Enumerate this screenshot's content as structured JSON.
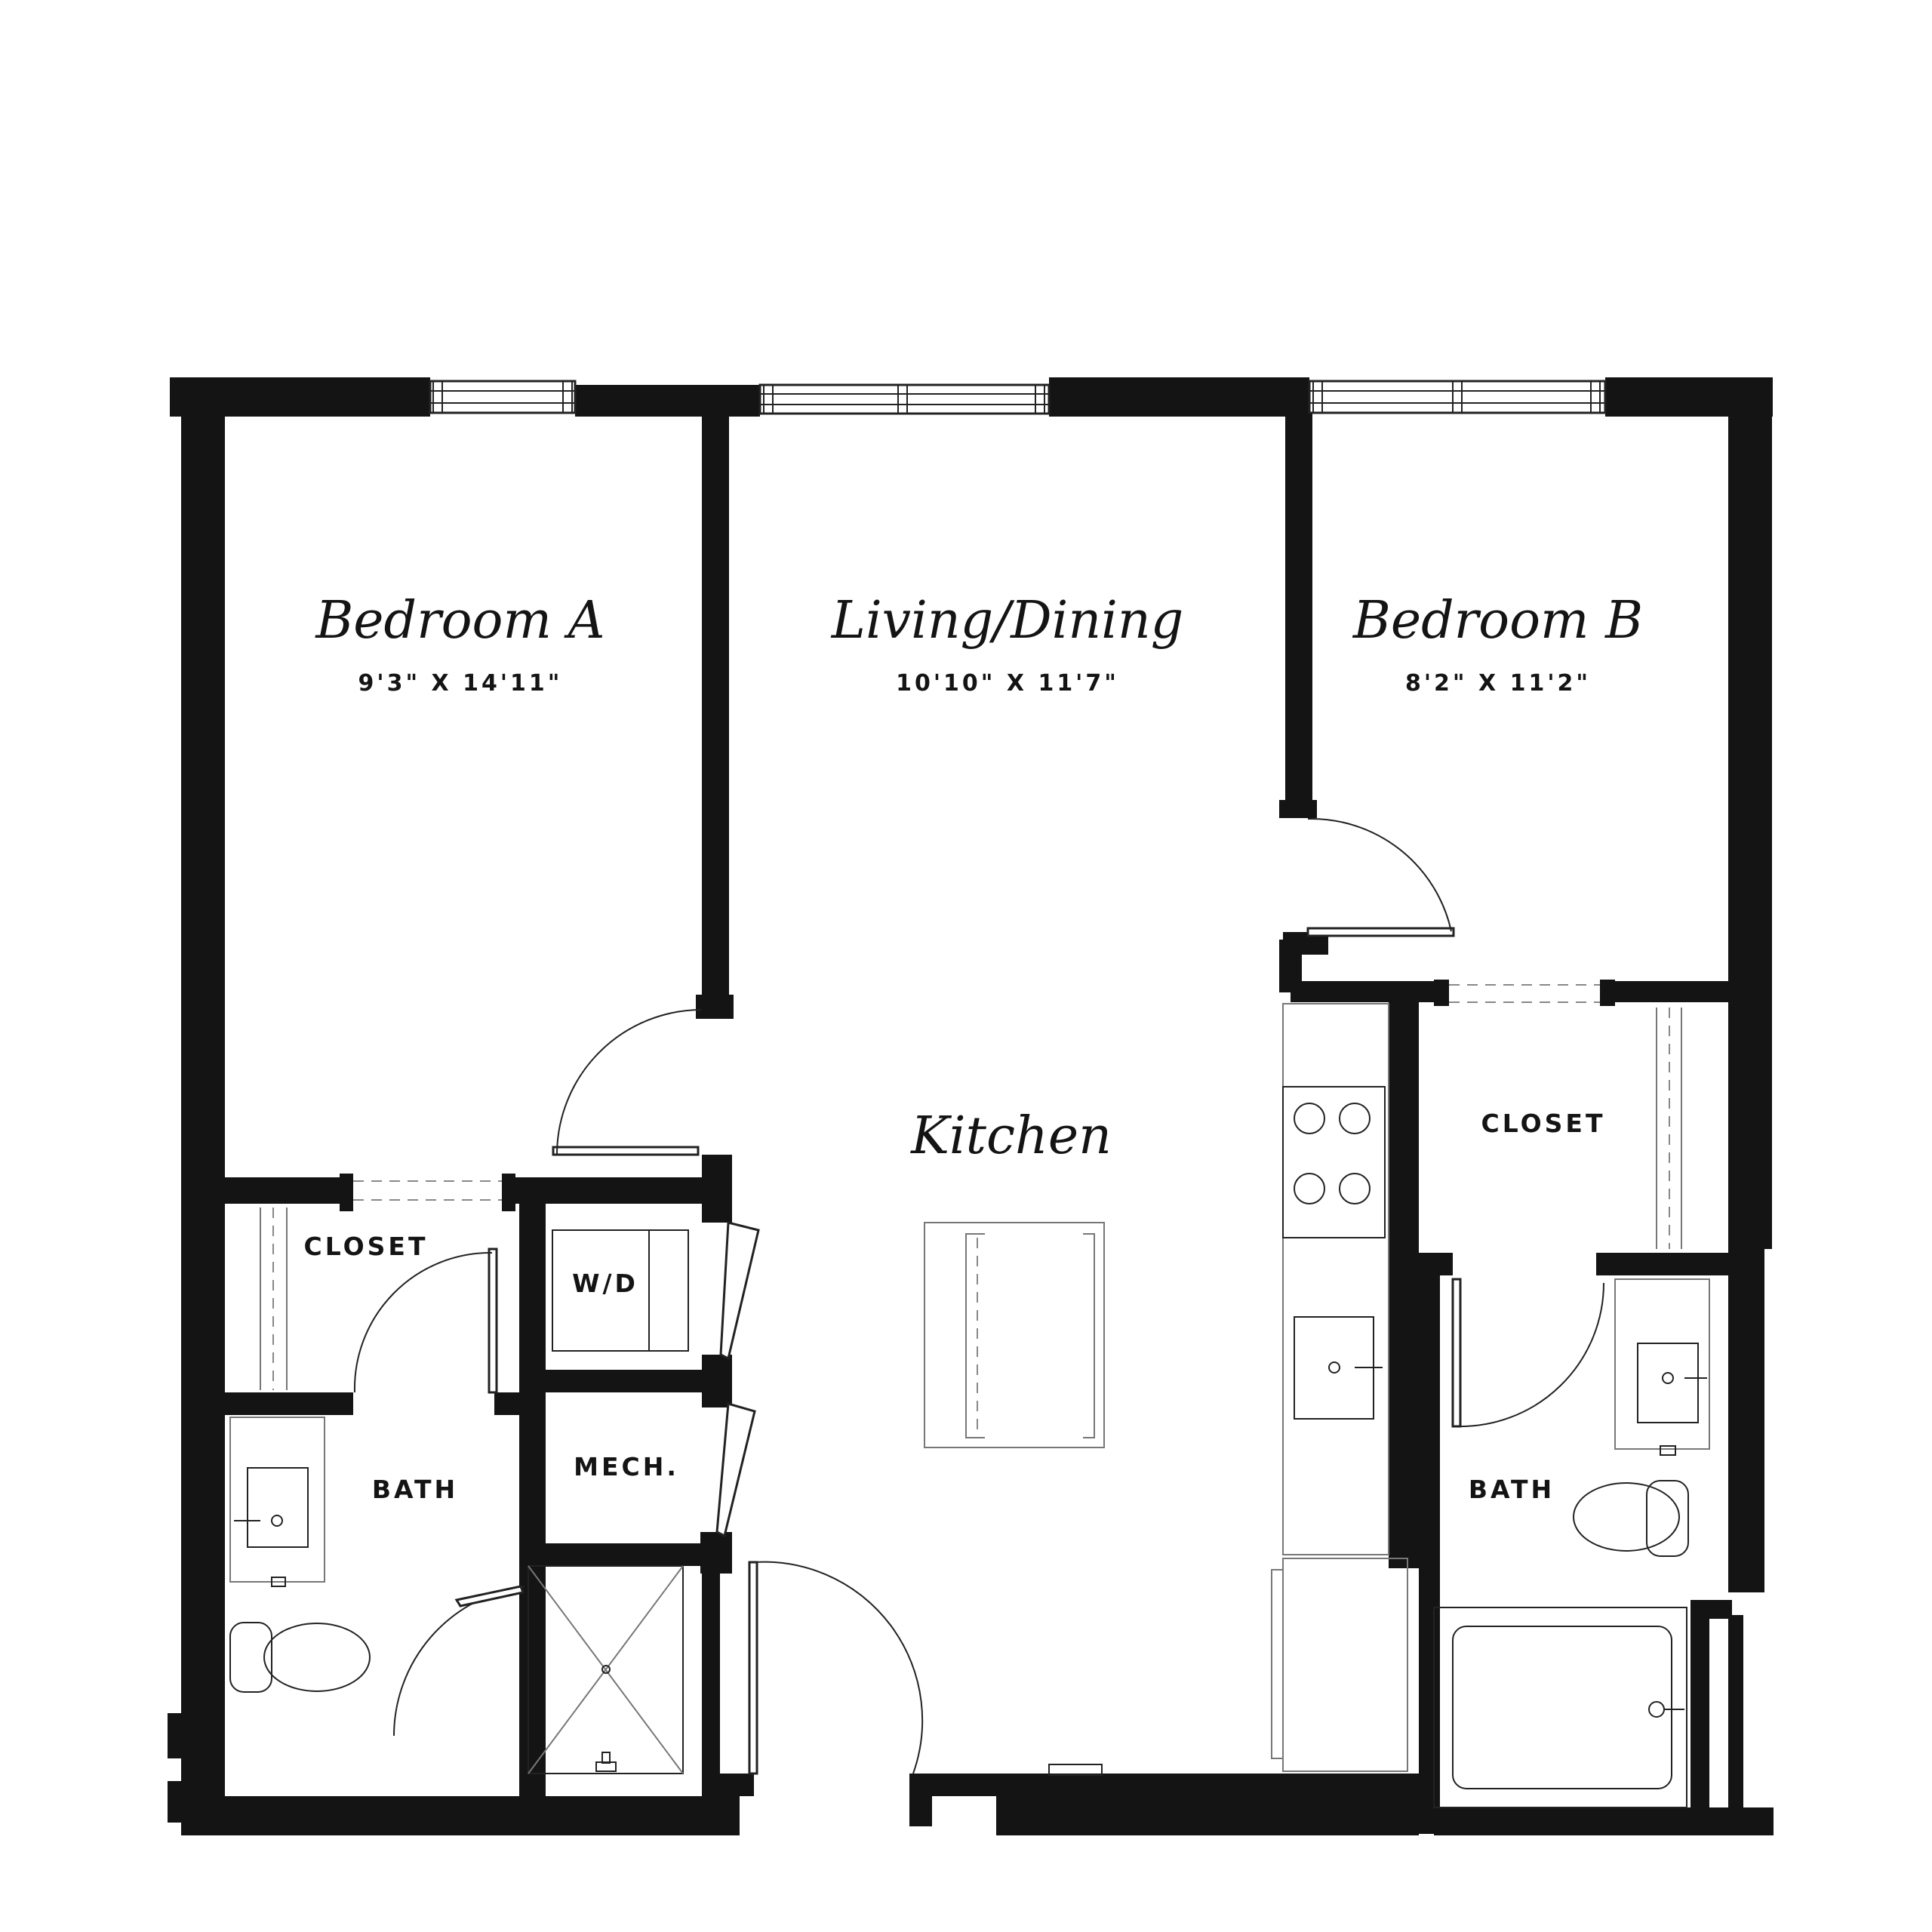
{
  "rooms": {
    "bedroom_a": {
      "name": "Bedroom A",
      "dims": "9'3\" X 14'11\""
    },
    "living_dining": {
      "name": "Living/Dining",
      "dims": "10'10\" X 11'7\""
    },
    "bedroom_b": {
      "name": "Bedroom B",
      "dims": "8'2\" X 11'2\""
    },
    "kitchen": {
      "name": "Kitchen"
    }
  },
  "labels": {
    "closet_a": "CLOSET",
    "closet_b": "CLOSET",
    "wd": "W/D",
    "mech": "MECH.",
    "bath_a": "BATH",
    "bath_b": "BATH"
  }
}
